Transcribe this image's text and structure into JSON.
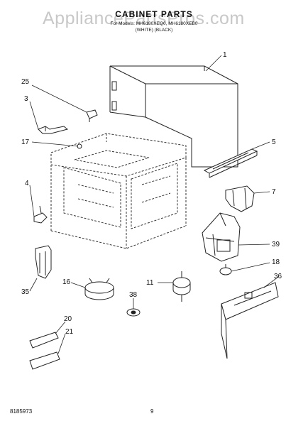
{
  "watermark": "AppliancePartsPros.com",
  "header": {
    "title": "CABINET PARTS",
    "subtitle_line1": "For Models: MH6180XEQ0, MH6180XEB0",
    "subtitle_line2": "(WHITE) (BLACK)"
  },
  "callouts": [
    "1",
    "25",
    "3",
    "5",
    "17",
    "4",
    "7",
    "39",
    "18",
    "35",
    "16",
    "11",
    "36",
    "38",
    "20",
    "21"
  ],
  "footer": {
    "doc_number": "8185973",
    "page_number": "9"
  }
}
